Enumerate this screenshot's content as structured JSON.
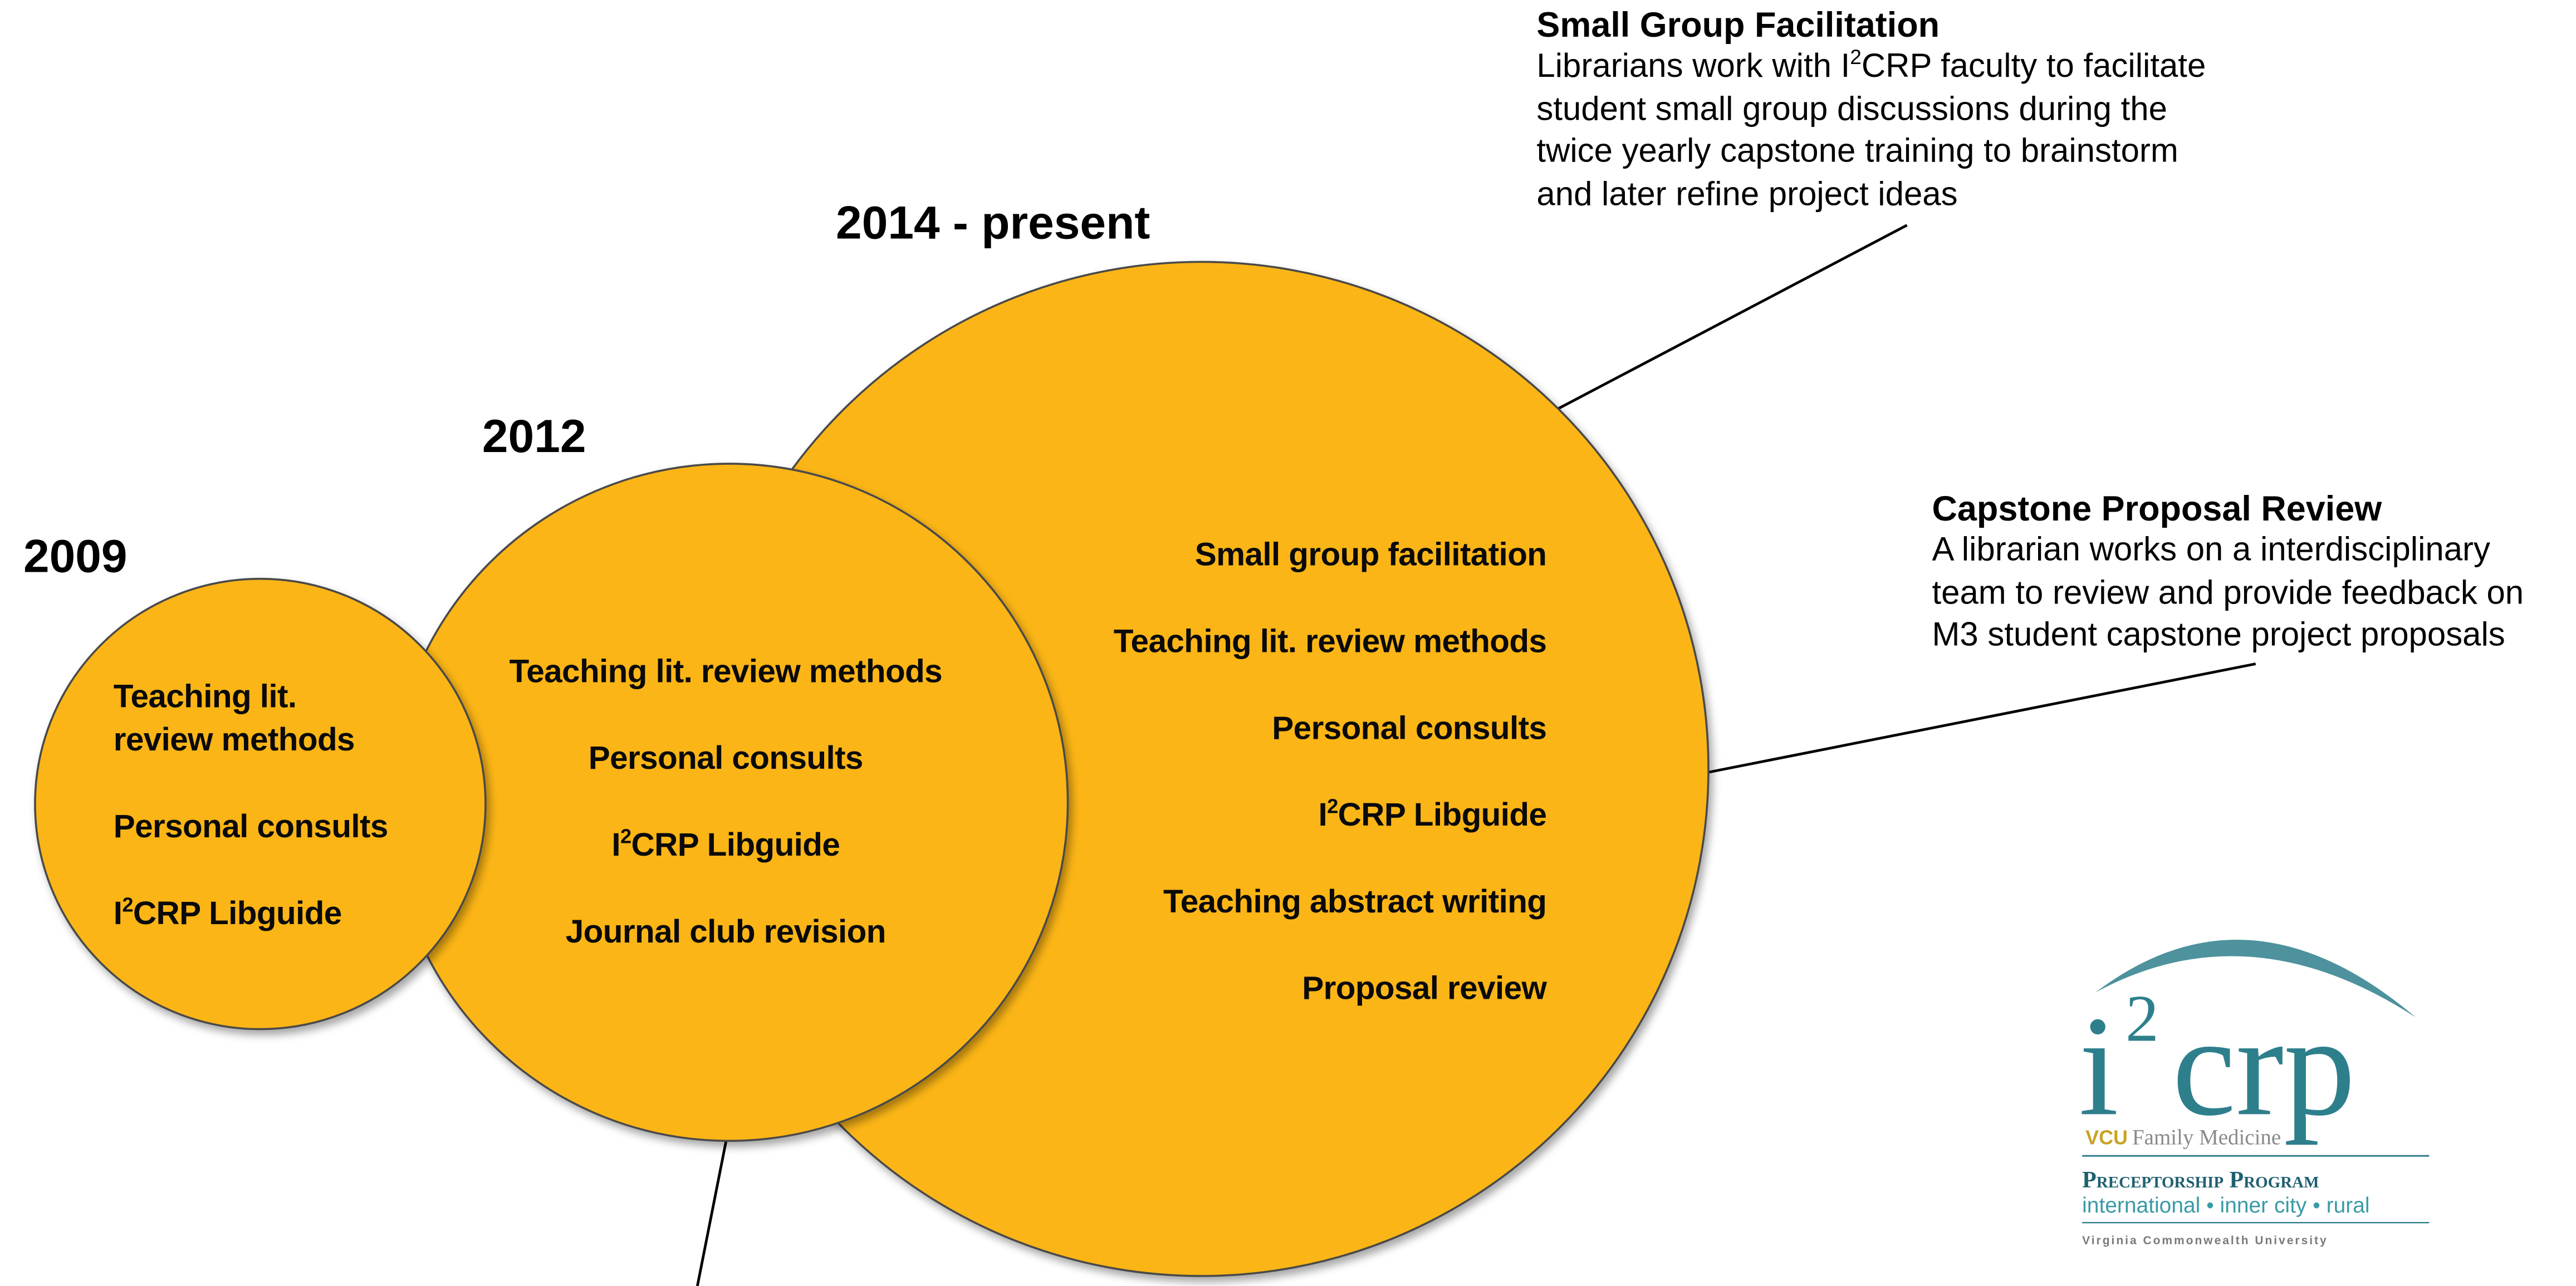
{
  "years": {
    "y2009": "2009",
    "y2012": "2012",
    "y2014": "2014 - present"
  },
  "circles": {
    "c2009": {
      "items": [
        "Teaching lit.",
        "review methods",
        "Personal consults",
        "I",
        "CRP Libguide"
      ]
    },
    "c2012": {
      "items": [
        "Teaching lit. review methods",
        "Personal consults",
        "I",
        "CRP Libguide",
        "Journal club revision"
      ]
    },
    "c2014": {
      "items": [
        "Small group facilitation",
        "Teaching lit. review methods",
        "Personal consults",
        "I",
        "CRP Libguide",
        "Teaching abstract writing",
        "Proposal review"
      ]
    }
  },
  "superscript": "2",
  "callouts": {
    "small_group": {
      "title": "Small Group Facilitation",
      "line1a": "Librarians work with I",
      "line1b": "CRP faculty to facilitate",
      "line2": "student small group discussions during the",
      "line3": "twice yearly capstone training to brainstorm",
      "line4": "and later refine project ideas"
    },
    "capstone": {
      "title": "Capstone Proposal Review",
      "line1": "A librarian works on a interdisciplinary",
      "line2": "team to review and provide feedback on",
      "line3": "M3 student capstone project proposals"
    }
  },
  "logo": {
    "i": "i",
    "sup": "2",
    "crp": "crp",
    "vcu": "VCU",
    "family_medicine": "Family Medicine",
    "program": "Preceptorship Program",
    "tagline": "international • inner city • rural",
    "university": "Virginia Commonwealth University"
  },
  "colors": {
    "circle_fill": "#FBB514",
    "circle_stroke": "#4a4a4a",
    "logo_teal": "#2E7F8C",
    "logo_gold": "#C9A227"
  }
}
